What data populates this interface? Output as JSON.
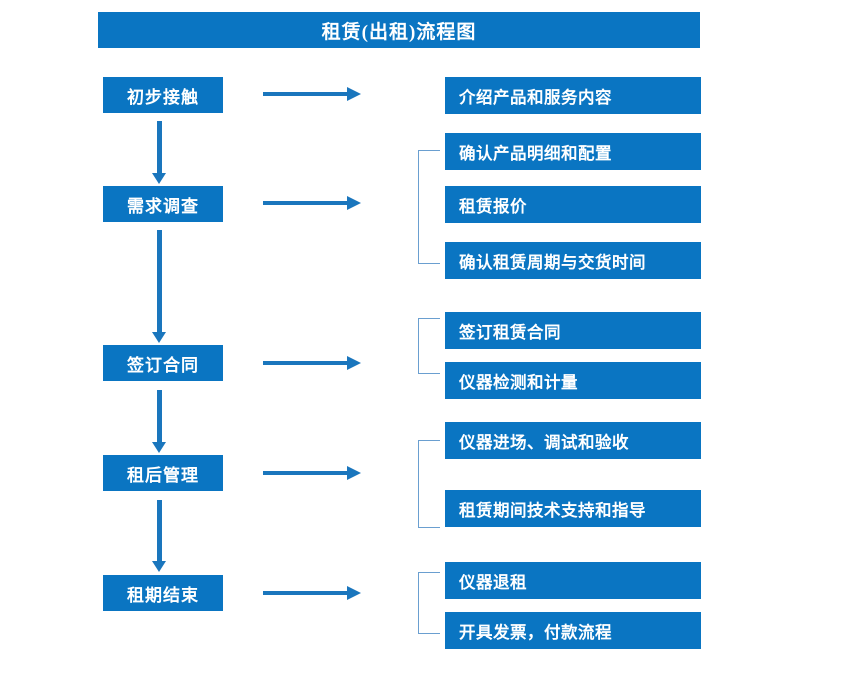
{
  "title": "租赁(出租)流程图",
  "theme": {
    "box_fill": "#0a75c2",
    "box_text": "#ffffff",
    "arrow": "#1a76bd",
    "bracket": "#6a9fd0",
    "background": "#ffffff"
  },
  "stages": [
    {
      "label": "初步接触"
    },
    {
      "label": "需求调查"
    },
    {
      "label": "签订合同"
    },
    {
      "label": "租后管理"
    },
    {
      "label": "租期结束"
    }
  ],
  "tasks": [
    {
      "label": "介绍产品和服务内容"
    },
    {
      "label": "确认产品明细和配置"
    },
    {
      "label": "租赁报价"
    },
    {
      "label": "确认租赁周期与交货时间"
    },
    {
      "label": "签订租赁合同"
    },
    {
      "label": "仪器检测和计量"
    },
    {
      "label": "仪器进场、调试和验收"
    },
    {
      "label": "租赁期间技术支持和指导"
    },
    {
      "label": "仪器退租"
    },
    {
      "label": "开具发票，付款流程"
    }
  ]
}
